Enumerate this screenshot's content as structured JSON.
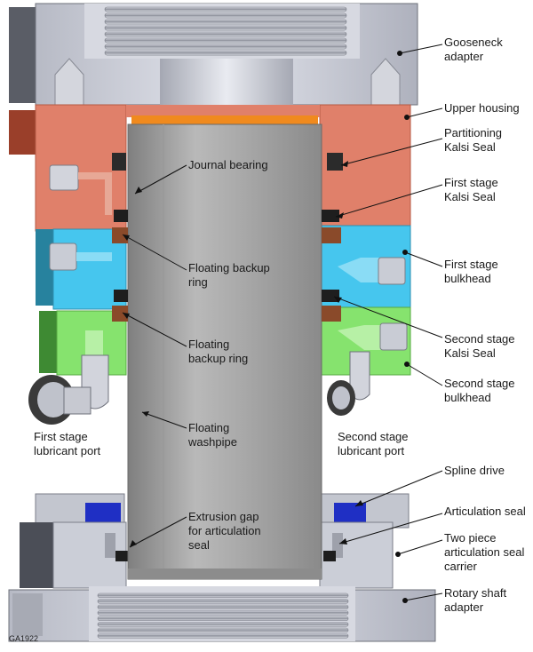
{
  "figure_code": "GA1922",
  "colors": {
    "steel": "#c9ccd6",
    "steel_dark": "#9fa3ae",
    "washpipe": "#a9a9a9",
    "washpipe_dark": "#8b8b8b",
    "upper_housing": "#e0806a",
    "upper_housing_dark": "#b45a44",
    "first_bulkhead": "#46c6ee",
    "first_bulkhead_dark": "#2e8fb0",
    "second_bulkhead": "#86e36e",
    "second_bulkhead_dark": "#55a842",
    "bronze": "#f08a1e",
    "seal_black": "#1e1e1e",
    "backup_ring": "#8a4a2a",
    "spline_blue": "#1f2fc4"
  },
  "labels": {
    "gooseneck_adapter": [
      "Gooseneck",
      "adapter"
    ],
    "upper_housing": [
      "Upper housing"
    ],
    "partitioning_kalsi_seal": [
      "Partitioning",
      "Kalsi Seal"
    ],
    "first_stage_kalsi_seal": [
      "First stage",
      "Kalsi Seal"
    ],
    "first_stage_bulkhead": [
      "First stage",
      "bulkhead"
    ],
    "second_stage_kalsi_seal": [
      "Second stage",
      "Kalsi Seal"
    ],
    "second_stage_bulkhead": [
      "Second stage",
      "bulkhead"
    ],
    "second_stage_lubricant_port": [
      "Second stage",
      "lubricant port"
    ],
    "first_stage_lubricant_port": [
      "First stage",
      "lubricant port"
    ],
    "journal_bearing": [
      "Journal bearing"
    ],
    "floating_backup_ring_1": [
      "Floating backup",
      "ring"
    ],
    "floating_backup_ring_2": [
      "Floating",
      "backup ring"
    ],
    "floating_washpipe": [
      "Floating",
      "washpipe"
    ],
    "extrusion_gap": [
      "Extrusion gap",
      "for articulation",
      "seal"
    ],
    "spline_drive": [
      "Spline drive"
    ],
    "articulation_seal": [
      "Articulation seal"
    ],
    "two_piece_carrier": [
      "Two piece",
      "articulation seal",
      "carrier"
    ],
    "rotary_shaft_adapter": [
      "Rotary shaft",
      "adapter"
    ]
  }
}
